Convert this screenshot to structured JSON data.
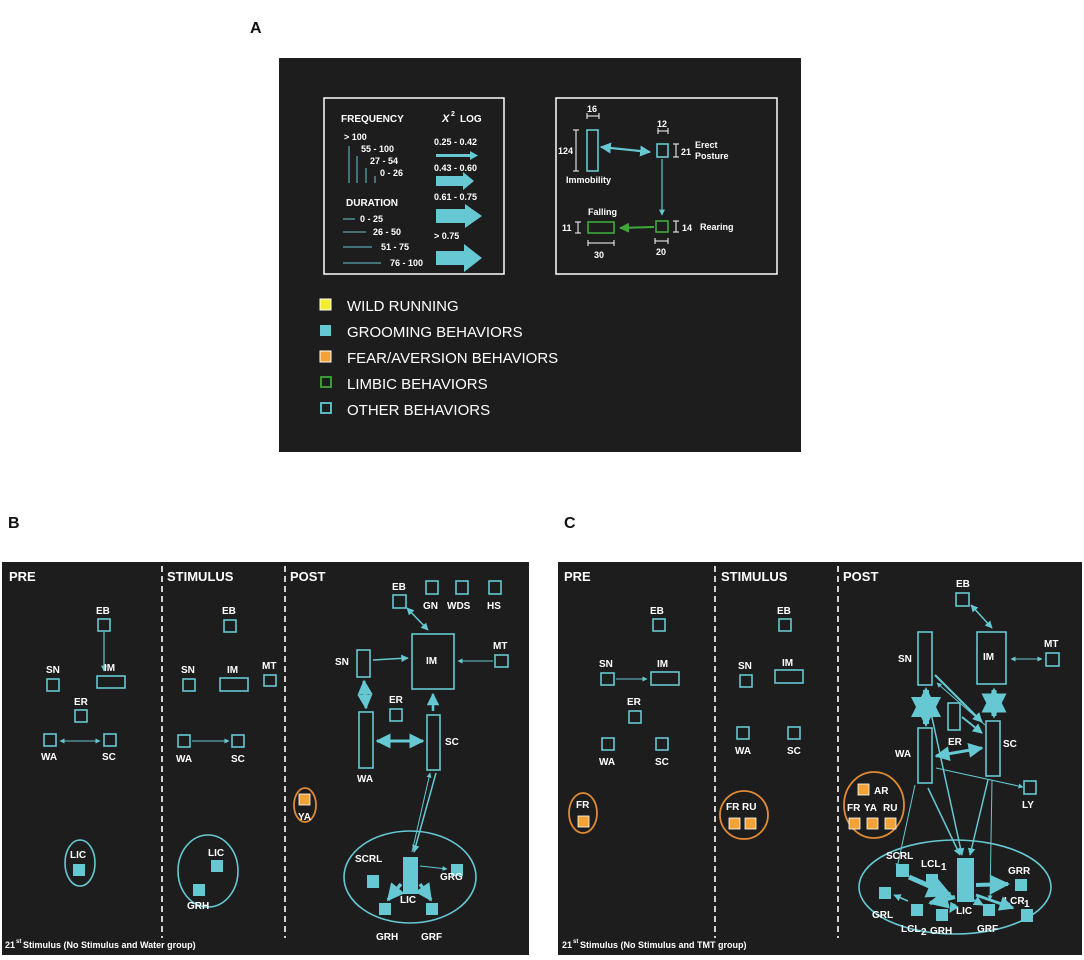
{
  "panel_letters": {
    "a": "A",
    "b": "B",
    "c": "C"
  },
  "legend_key": {
    "frequency_title": "FREQUENCY",
    "frequency_ranges": [
      "> 100",
      "55 - 100",
      "27 - 54",
      "0 - 26"
    ],
    "duration_title": "DURATION",
    "duration_ranges": [
      "0 - 25",
      "26 - 50",
      "51 - 75",
      "76 - 100"
    ],
    "chi_title_symbol": "X",
    "chi_title_sup": "2",
    "chi_title_rest": "LOG",
    "chi_ranges": [
      "0.25 - 0.42",
      "0.43 - 0.60",
      "0.61 - 0.75",
      "> 0.75"
    ]
  },
  "example": {
    "immobility_label": "Immobility",
    "immobility_width": "16",
    "immobility_height": "124",
    "erect_label_line1": "Erect",
    "erect_label_line2": "Posture",
    "erect_width": "12",
    "erect_height": "21",
    "rearing_label": "Rearing",
    "rearing_height": "14",
    "rearing_width": "20",
    "falling_label": "Falling",
    "falling_height": "11",
    "falling_width": "30"
  },
  "categories": [
    {
      "label": "WILD RUNNING",
      "color": "#f2ee2e"
    },
    {
      "label": "GROOMING BEHAVIORS",
      "color": "#66c8d2"
    },
    {
      "label": "FEAR/AVERSION BEHAVIORS",
      "color": "#f3a335"
    },
    {
      "label": "LIMBIC BEHAVIORS",
      "color": "#3fa83a"
    },
    {
      "label": "OTHER BEHAVIORS",
      "color": "#66c8d2"
    }
  ],
  "panel_b": {
    "phases": [
      "PRE",
      "STIMULUS",
      "POST"
    ],
    "caption_pre": "21",
    "caption_sup": "st",
    "caption_post": " Stimulus (No Stimulus and Water group)",
    "nodes": {
      "pre": {
        "eb": "EB",
        "im": "IM",
        "sn": "SN",
        "er": "ER",
        "wa": "WA",
        "sc": "SC",
        "lic": "LIC"
      },
      "stim": {
        "eb": "EB",
        "sn": "SN",
        "im": "IM",
        "mt": "MT",
        "wa": "WA",
        "sc": "SC",
        "lic": "LIC",
        "grh": "GRH"
      },
      "post": {
        "eb": "EB",
        "gn": "GN",
        "wds": "WDS",
        "hs": "HS",
        "sn": "SN",
        "im": "IM",
        "mt": "MT",
        "er": "ER",
        "sc": "SC",
        "wa": "WA",
        "ya": "YA",
        "scrl": "SCRL",
        "lic": "LIC",
        "grg": "GRG",
        "grh": "GRH",
        "grf": "GRF"
      }
    }
  },
  "panel_c": {
    "phases": [
      "PRE",
      "STIMULUS",
      "POST"
    ],
    "caption_pre": "21",
    "caption_sup": "st",
    "caption_post": " Stimulus (No Stimulus and TMT group)",
    "nodes": {
      "pre": {
        "eb": "EB",
        "sn": "SN",
        "im": "IM",
        "er": "ER",
        "wa": "WA",
        "sc": "SC",
        "fr": "FR"
      },
      "stim": {
        "eb": "EB",
        "sn": "SN",
        "im": "IM",
        "wa": "WA",
        "sc": "SC",
        "fr": "FR",
        "ru": "RU"
      },
      "post": {
        "eb": "EB",
        "sn": "SN",
        "im": "IM",
        "mt": "MT",
        "er": "ER",
        "sc": "SC",
        "wa": "WA",
        "ly": "LY",
        "ar": "AR",
        "fr": "FR",
        "ya": "YA",
        "ru": "RU",
        "scrl": "SCRL",
        "lcl1": "LCL",
        "lcl1_sub": "1",
        "grr": "GRR",
        "lcr1": "LCR",
        "lcr1_sub": "1",
        "grl": "GRL",
        "lcl2": "LCL",
        "lcl2_sub": "2",
        "grh": "GRH",
        "lic": "LIC",
        "grf": "GRF"
      }
    }
  }
}
